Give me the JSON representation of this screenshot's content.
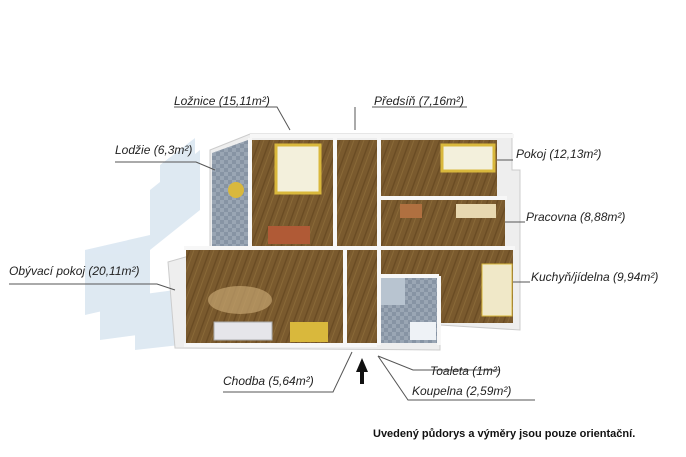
{
  "rooms": {
    "loznice": "Ložnice (15,11m²)",
    "predsin": "Předsíň (7,16m²)",
    "lodzie": "Lodžie (6,3m²)",
    "pokoj": "Pokoj (12,13m²)",
    "pracovna": "Pracovna (8,88m²)",
    "obyvaci": "Obývací pokoj (20,11m²)",
    "kuchyn": "Kuchyň/jídelna (9,94m²)",
    "chodba": "Chodba (5,64m²)",
    "toaleta": "Toaleta (1m²)",
    "koupelna": "Koupelna (2,59m²)"
  },
  "note": "Uvedený půdorys a výměry jsou pouze orientační.",
  "icons": {
    "entrance": "entrance-arrow-icon"
  },
  "colors": {
    "floor": "#7a5a2e",
    "wall": "#f4f4f4",
    "shadow": "#cfe0ee",
    "leader": "#555555",
    "furniture": "#d9b83c"
  }
}
